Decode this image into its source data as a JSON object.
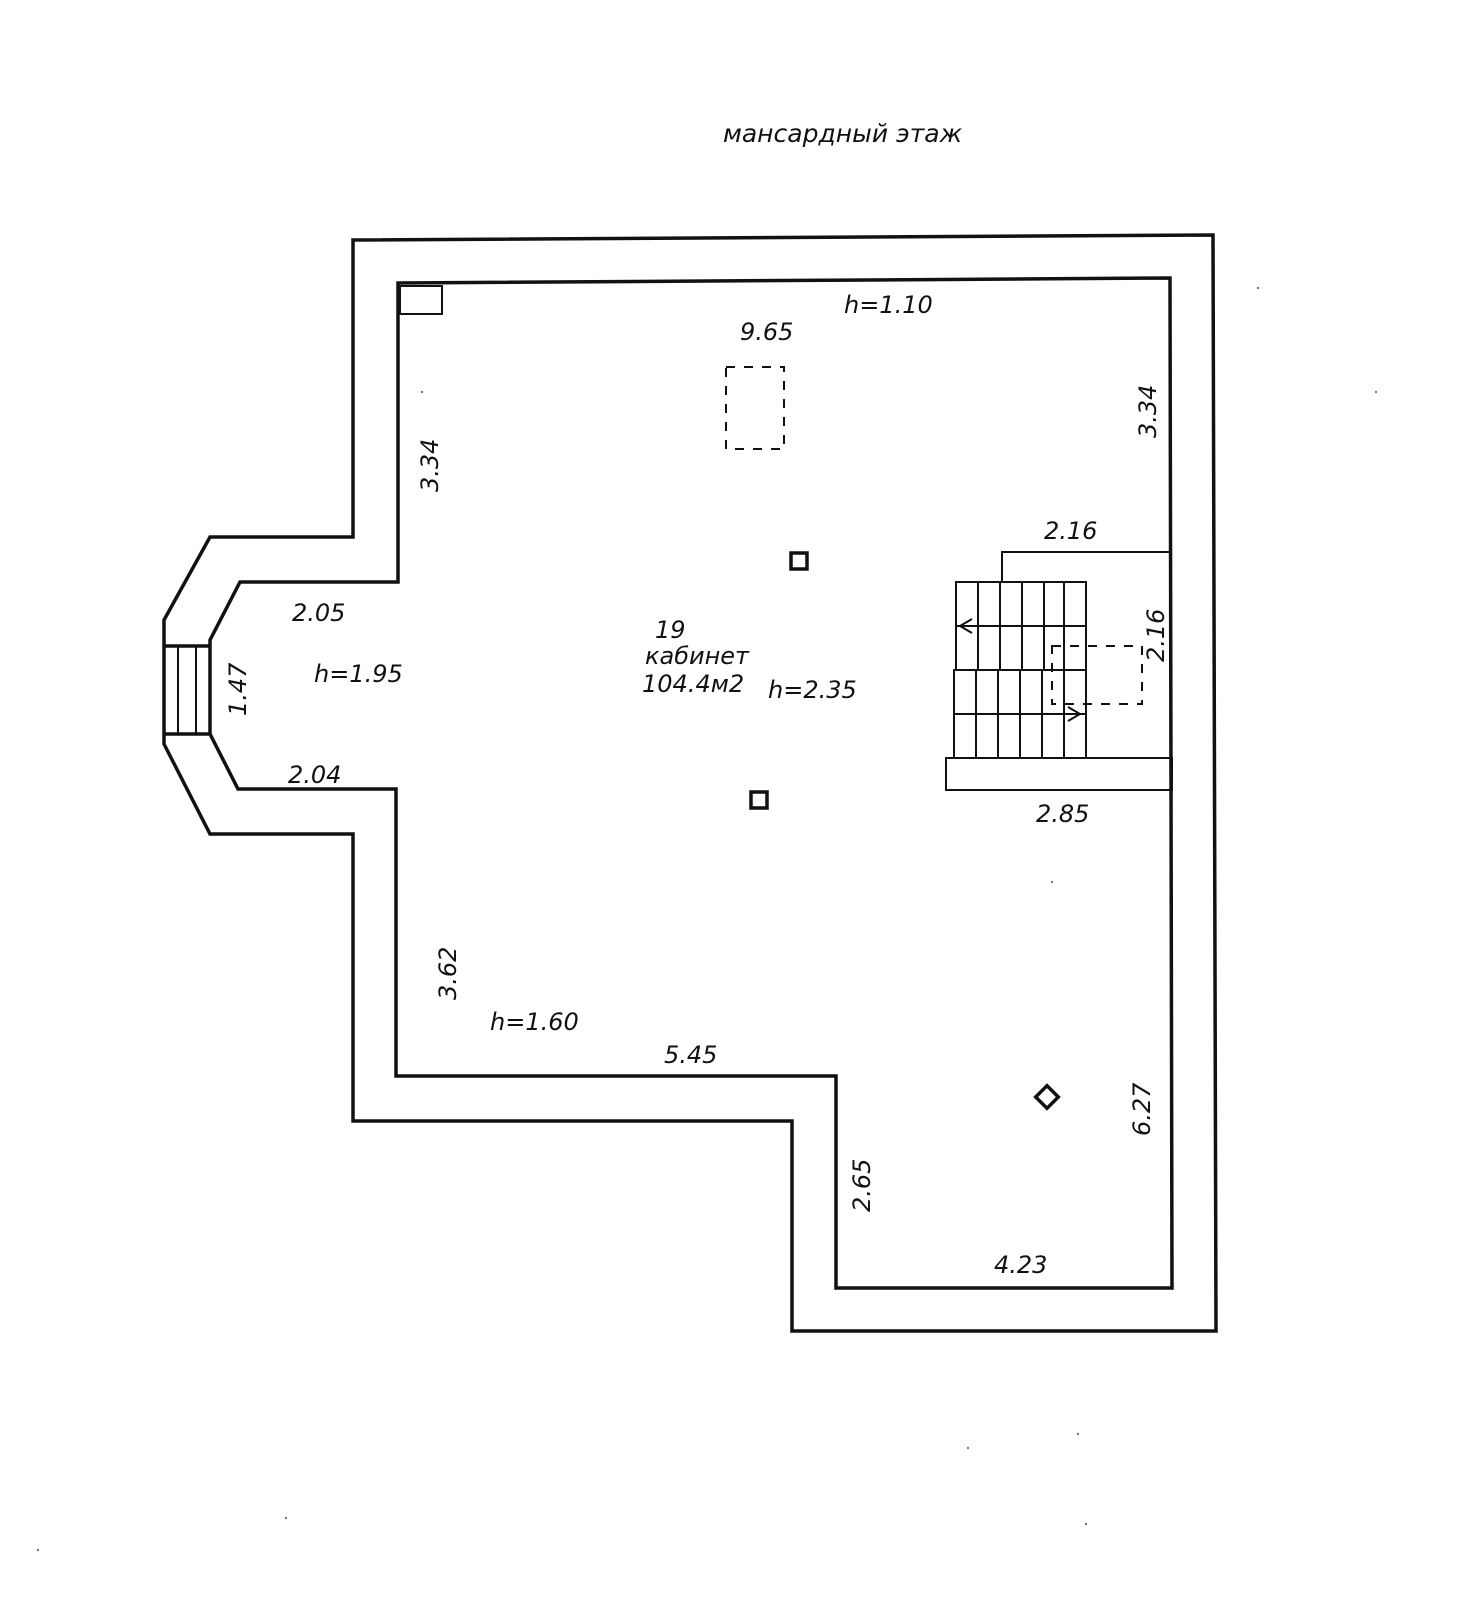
{
  "title": "мансардный этаж",
  "room": {
    "number": "19",
    "name": "кабинет",
    "area": "104.4м2"
  },
  "heights": {
    "top": "h=1.10",
    "center": "h=2.35",
    "left": "h=1.95",
    "bottom_left": "h=1.60"
  },
  "dimensions": {
    "top_width": "9.65",
    "right_upper": "3.34",
    "left_upper": "3.34",
    "stair_top": "2.16",
    "stair_side": "2.16",
    "stair_bottom": "2.85",
    "bay_upper": "2.05",
    "bay_width": "1.47",
    "bay_lower": "2.04",
    "left_lower": "3.62",
    "bottom_mid": "5.45",
    "notch_side": "2.65",
    "right_lower": "6.27",
    "bottom_right": "4.23"
  }
}
